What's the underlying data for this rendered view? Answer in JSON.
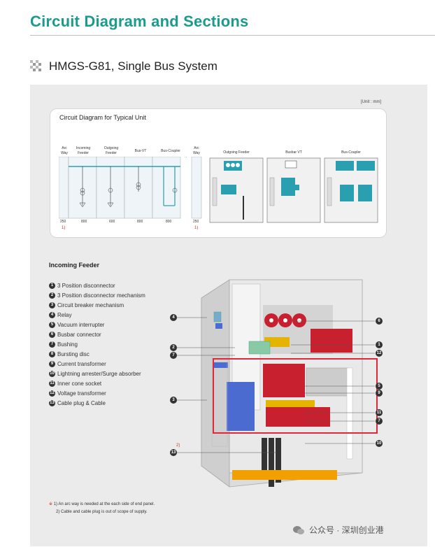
{
  "header": {
    "title": "Circuit Diagram and Sections",
    "subtitle": "HMGS-G81, Single Bus System"
  },
  "unit_note": "[Unit : mm]",
  "circuit": {
    "title": "Circuit Diagram for Typical Unit",
    "columns": [
      {
        "label": "Arc\nWay"
      },
      {
        "label": "Incoming\nFeeder"
      },
      {
        "label": "Outgoing\nFeeder"
      },
      {
        "label": "Bus-VT"
      },
      {
        "label": "Bus-Coupler"
      },
      {
        "label": "Arc\nWay"
      }
    ],
    "widths": [
      "250",
      "800",
      "600",
      "800",
      "800",
      "250"
    ],
    "notes": [
      "1)",
      "1)"
    ],
    "sections": [
      "Outgoing Feeder",
      "Busbar VT",
      "Bus-Coupler"
    ]
  },
  "incoming": {
    "title": "Incoming Feeder",
    "legend": [
      {
        "num": "1",
        "label": "3 Position disconnector"
      },
      {
        "num": "2",
        "label": "3 Position disconnector mechanism"
      },
      {
        "num": "3",
        "label": "Circuit breaker mechanism"
      },
      {
        "num": "4",
        "label": "Relay"
      },
      {
        "num": "5",
        "label": "Vacuum interrupter"
      },
      {
        "num": "6",
        "label": "Busbar connector"
      },
      {
        "num": "7",
        "label": "Bushing"
      },
      {
        "num": "8",
        "label": "Bursting disc"
      },
      {
        "num": "9",
        "label": "Current transformer"
      },
      {
        "num": "10",
        "label": "Lightning arrester/Surge absorber"
      },
      {
        "num": "11",
        "label": "Inner cone socket"
      },
      {
        "num": "12",
        "label": "Voltage transformer"
      },
      {
        "num": "13",
        "label": "Cable plug & Cable"
      }
    ],
    "callouts": {
      "c4": "4",
      "c6": "6",
      "c2": "2",
      "c1": "1",
      "c7a": "7",
      "c12": "12",
      "c3": "3",
      "c5": "5",
      "c9": "9",
      "c11": "11",
      "c7b": "7",
      "c10": "10",
      "c13": "13"
    },
    "cable_note": "2)"
  },
  "footnotes": {
    "mark": "※",
    "line1": "1) An arc way is needed at the each side of end panel.",
    "line2": "2) Cable and cable plug is out of scope of supply."
  },
  "watermark": "公众号 · 深圳创业港",
  "colors": {
    "brand": "#1a9b8e",
    "highlight": "#e0283a",
    "busbar": "#2a9fb0"
  }
}
